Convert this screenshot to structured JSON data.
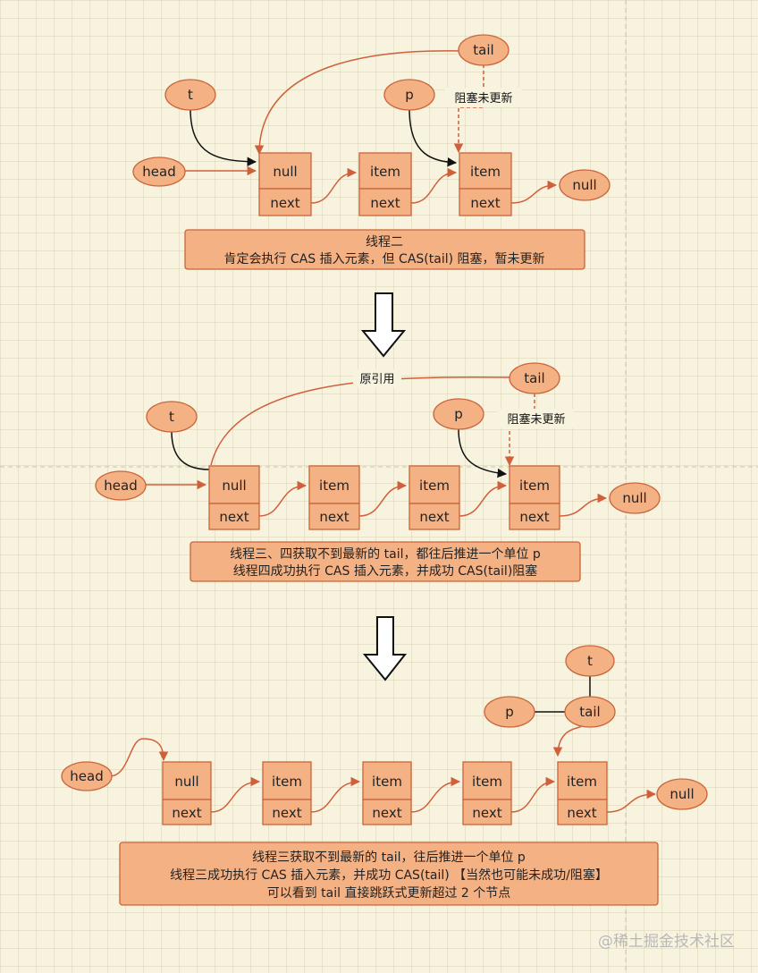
{
  "labels": {
    "head": "head",
    "null": "null",
    "item": "item",
    "next": "next",
    "t": "t",
    "p": "p",
    "tail": "tail"
  },
  "annotations": {
    "stale": "阻塞未更新",
    "original_ref": "原引用"
  },
  "captions": {
    "stage1": [
      "线程二",
      "肯定会执行 CAS 插入元素，但 CAS(tail) 阻塞，暂未更新"
    ],
    "stage2": [
      "线程三、四获取不到最新的 tail，都往后推进一个单位 p",
      "线程四成功执行 CAS 插入元素，并成功 CAS(tail)阻塞"
    ],
    "stage3": [
      "线程三获取不到最新的 tail，往后推进一个单位 p",
      "线程三成功执行 CAS 插入元素，并成功 CAS(tail) 【当然也可能未成功/阻塞】",
      "可以看到 tail 直接跳跃式更新超过 2 个节点"
    ]
  },
  "watermark": "@稀土掘金技术社区",
  "colors": {
    "node_fill": "#f4b183",
    "node_stroke": "#c8643b",
    "arrow": "#d0603b",
    "background": "#f7f3df"
  }
}
